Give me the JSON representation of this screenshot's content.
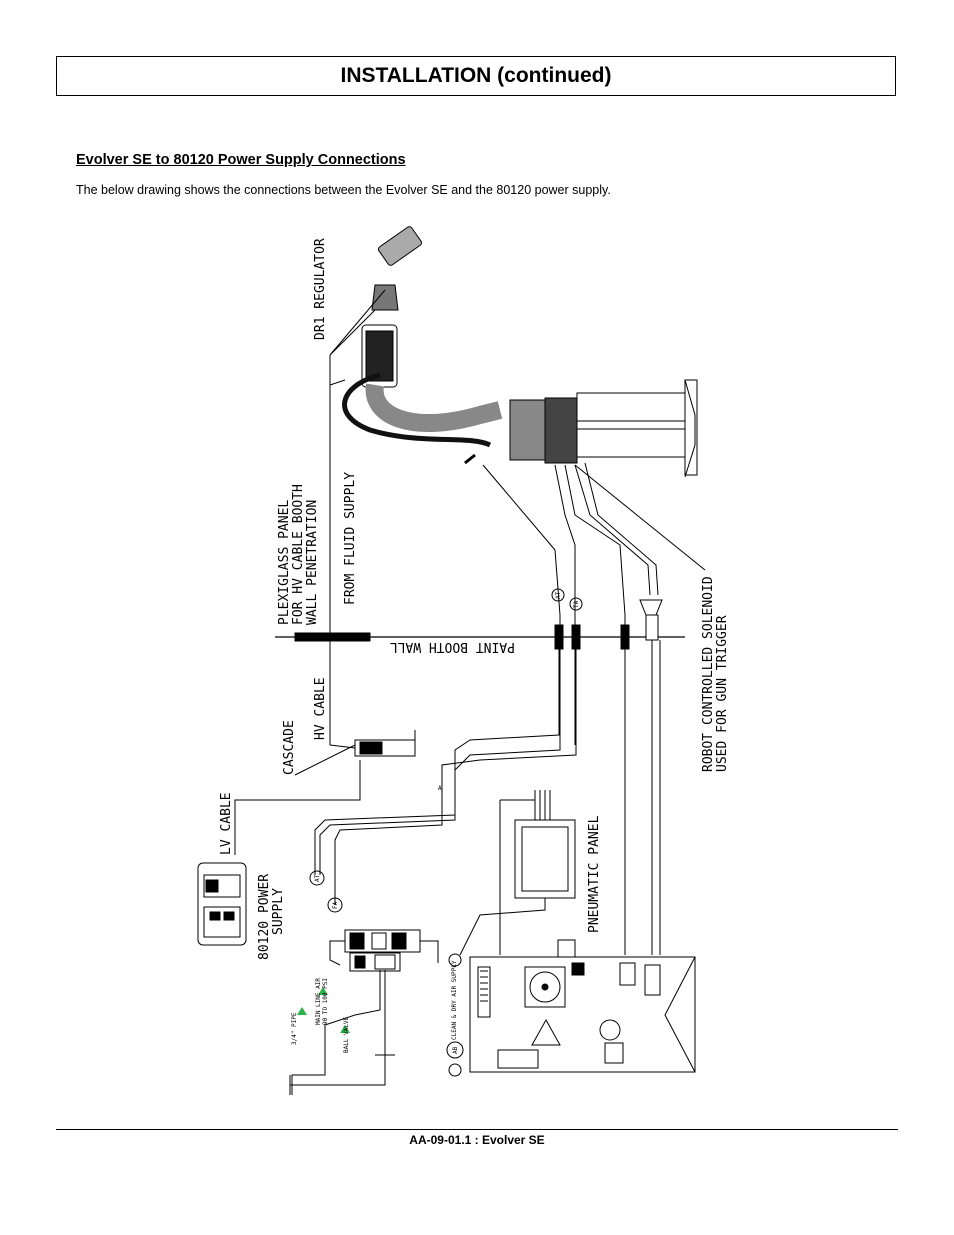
{
  "page": {
    "title": "INSTALLATION (continued)",
    "footer": "AA-09-01.1 : Evolver SE"
  },
  "section": {
    "heading": "Evolver SE to 80120 Power Supply Connections",
    "intro": "The below drawing shows the connections between the Evolver SE and the 80120 power supply."
  },
  "diagram": {
    "labels": {
      "dr1_regulator": "DR1 REGULATOR",
      "plexiglass_1": "PLEXIGLASS PANEL",
      "plexiglass_2": "FOR HV CABLE BOOTH",
      "plexiglass_3": "WALL PENETRATION",
      "fluid_supply": "FROM FLUID SUPPLY",
      "booth_wall": "PAINT BOOTH WALL",
      "hv_cable": "HV CABLE",
      "cascade": "CASCADE",
      "lv_cable": "LV CABLE",
      "power_supply_1": "80120 POWER",
      "power_supply_2": "SUPPLY",
      "pneumatic_panel": "PNEUMATIC PANEL",
      "solenoid_1": "ROBOT CONTROLLED SOLENOID",
      "solenoid_2": "USED FOR GUN TRIGGER",
      "pipe": "3/4\" PIPE",
      "main_line_air_1": "MAIN LINE AIR",
      "main_line_air_2": "90 TO 100 PSI",
      "ball_valve": "BALL VALVE",
      "clean_dry_air": "CLEAN & DRY AIR SUPPLY",
      "tag_a": "A",
      "tag_at": "AT",
      "tag_fa": "FA",
      "tag_at2": "AT",
      "tag_ta": "TA",
      "tag_ab": "AB"
    },
    "colors": {
      "ink": "#000000",
      "arrow_green": "#2db24a"
    }
  }
}
